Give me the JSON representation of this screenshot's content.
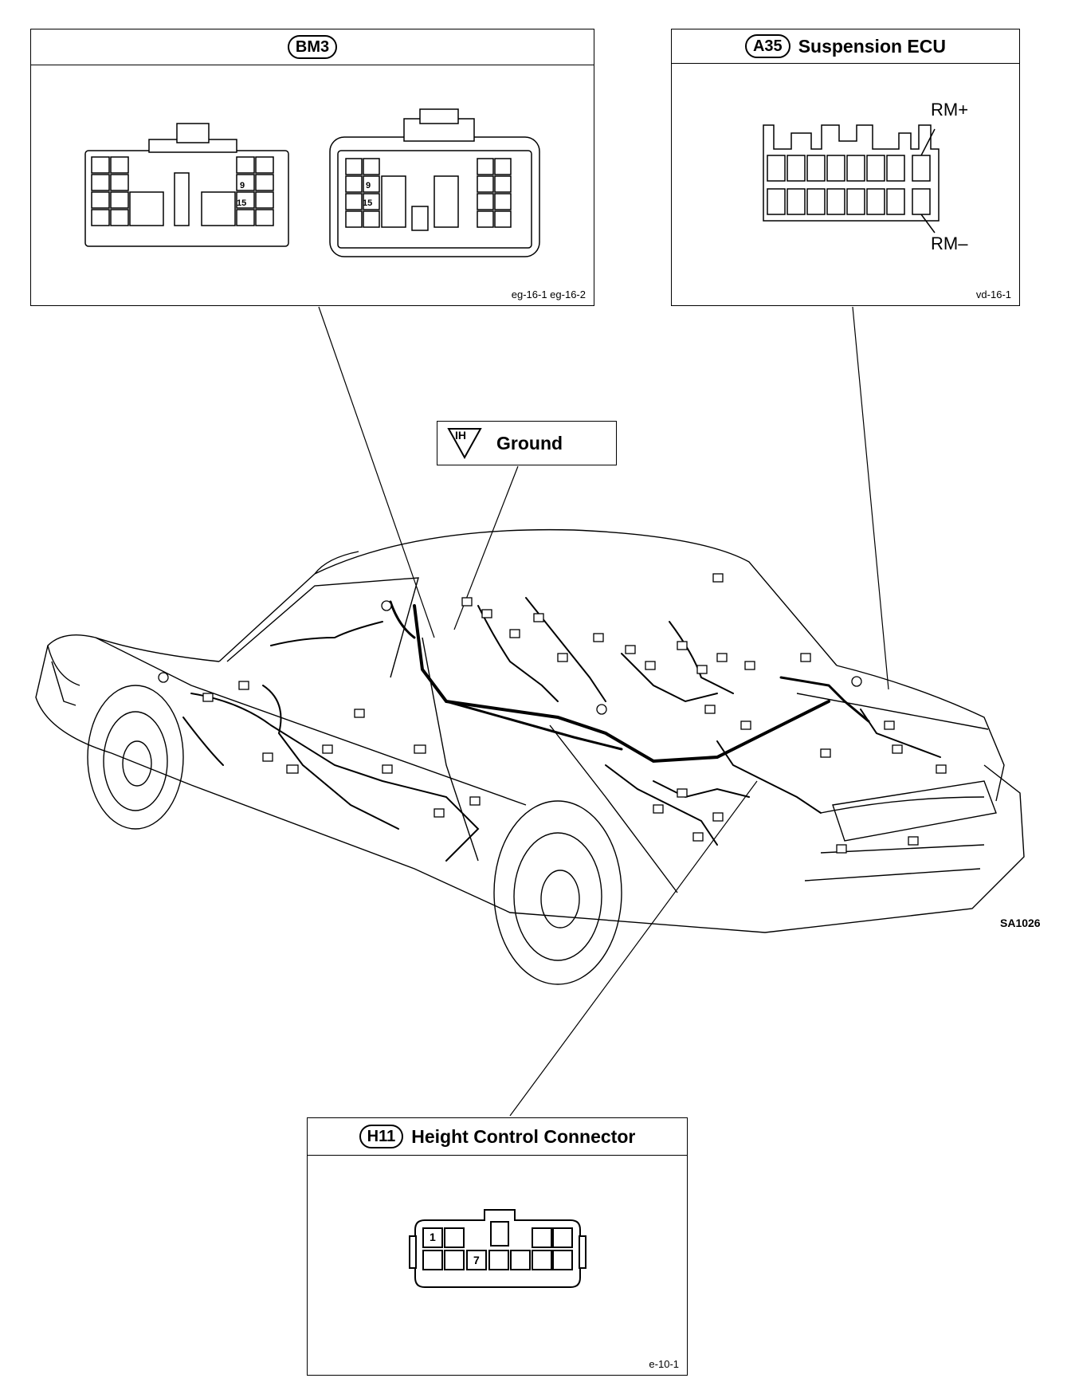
{
  "bm3": {
    "tag": "BM3",
    "ref": "eg-16-1  eg-16-2",
    "pin_a": "9",
    "pin_b": "15"
  },
  "a35": {
    "tag": "A35",
    "title": "Suspension ECU",
    "ref": "vd-16-1",
    "pin_plus": "RM+",
    "pin_minus": "RM–"
  },
  "ground": {
    "code": "IH",
    "label": "Ground"
  },
  "h11": {
    "tag": "H11",
    "title": "Height Control Connector",
    "ref": "e-10-1",
    "pin_a": "1",
    "pin_b": "7"
  },
  "figure_code": "SA1026"
}
